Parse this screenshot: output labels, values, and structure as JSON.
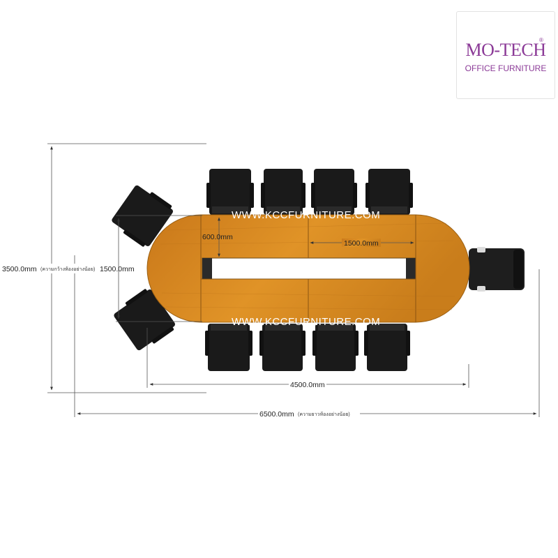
{
  "logo": {
    "name": "MO-TECH",
    "registered": "®",
    "subtitle": "OFFICE FURNITURE"
  },
  "watermarks": [
    "WWW.KCCFURNITURE.COM",
    "WWW.KCCFURNITURE.COM"
  ],
  "dimensions": {
    "room_depth": "3500.0mm",
    "room_depth_note": "(ความกว้างห้องอย่างน้อย)",
    "table_depth": "1500.0mm",
    "segment_depth": "600.0mm",
    "segment_length": "1500.0mm",
    "table_length": "4500.0mm",
    "room_length": "6500.0mm",
    "room_length_note": "(ความยาวห้องอย่างน้อย)"
  },
  "colors": {
    "table_wood": "#d98a1c",
    "chair": "#1a1a1a",
    "brand": "#8b3a97"
  }
}
